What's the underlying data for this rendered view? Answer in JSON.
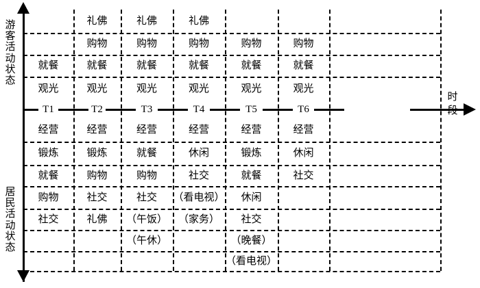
{
  "figure": {
    "type": "diagram",
    "subtype": "time-period activity state grid",
    "axes": {
      "y_top_label": "游客活动状态",
      "y_bottom_label": "居民活动状态",
      "x_label": "时段",
      "x_ticks": [
        "T1",
        "T2",
        "T3",
        "T4",
        "T5",
        "T6"
      ]
    },
    "tourist_rows": [
      [
        "",
        "礼佛",
        "礼佛",
        "礼佛",
        "",
        ""
      ],
      [
        "",
        "购物",
        "购物",
        "购物",
        "购物",
        "购物"
      ],
      [
        "就餐",
        "就餐",
        "就餐",
        "就餐",
        "就餐",
        "就餐"
      ],
      [
        "观光",
        "观光",
        "观光",
        "观光",
        "观光",
        "观光"
      ]
    ],
    "resident_rows": [
      [
        "经营",
        "经营",
        "经营",
        "经营",
        "经营",
        "经营"
      ],
      [
        "锻炼",
        "锻炼",
        "就餐",
        "休闲",
        "锻炼",
        "休闲"
      ],
      [
        "就餐",
        "购物",
        "购物",
        "社交",
        "就餐",
        "社交"
      ],
      [
        "购物",
        "社交",
        "社交",
        "（看电视）",
        "休闲",
        ""
      ],
      [
        "社交",
        "礼佛",
        "（午饭）",
        "（家务）",
        "社交",
        ""
      ],
      [
        "",
        "",
        "（午休）",
        "",
        "（晚餐）",
        ""
      ],
      [
        "",
        "",
        "",
        "",
        "（看电视）",
        ""
      ]
    ]
  },
  "geometry": {
    "col_edges": [
      34,
      107,
      176,
      252,
      328,
      405,
      480,
      642
    ],
    "col_centers": [
      70,
      141,
      214,
      290,
      366,
      442,
      561
    ],
    "row_tops_upper": [
      14,
      48,
      80,
      112
    ],
    "row_bots_upper": [
      48,
      80,
      112,
      147
    ],
    "row_tops_lower": [
      172,
      207,
      241,
      272,
      305,
      336,
      367
    ],
    "row_bots_lower": [
      207,
      241,
      272,
      305,
      336,
      367,
      396
    ]
  }
}
